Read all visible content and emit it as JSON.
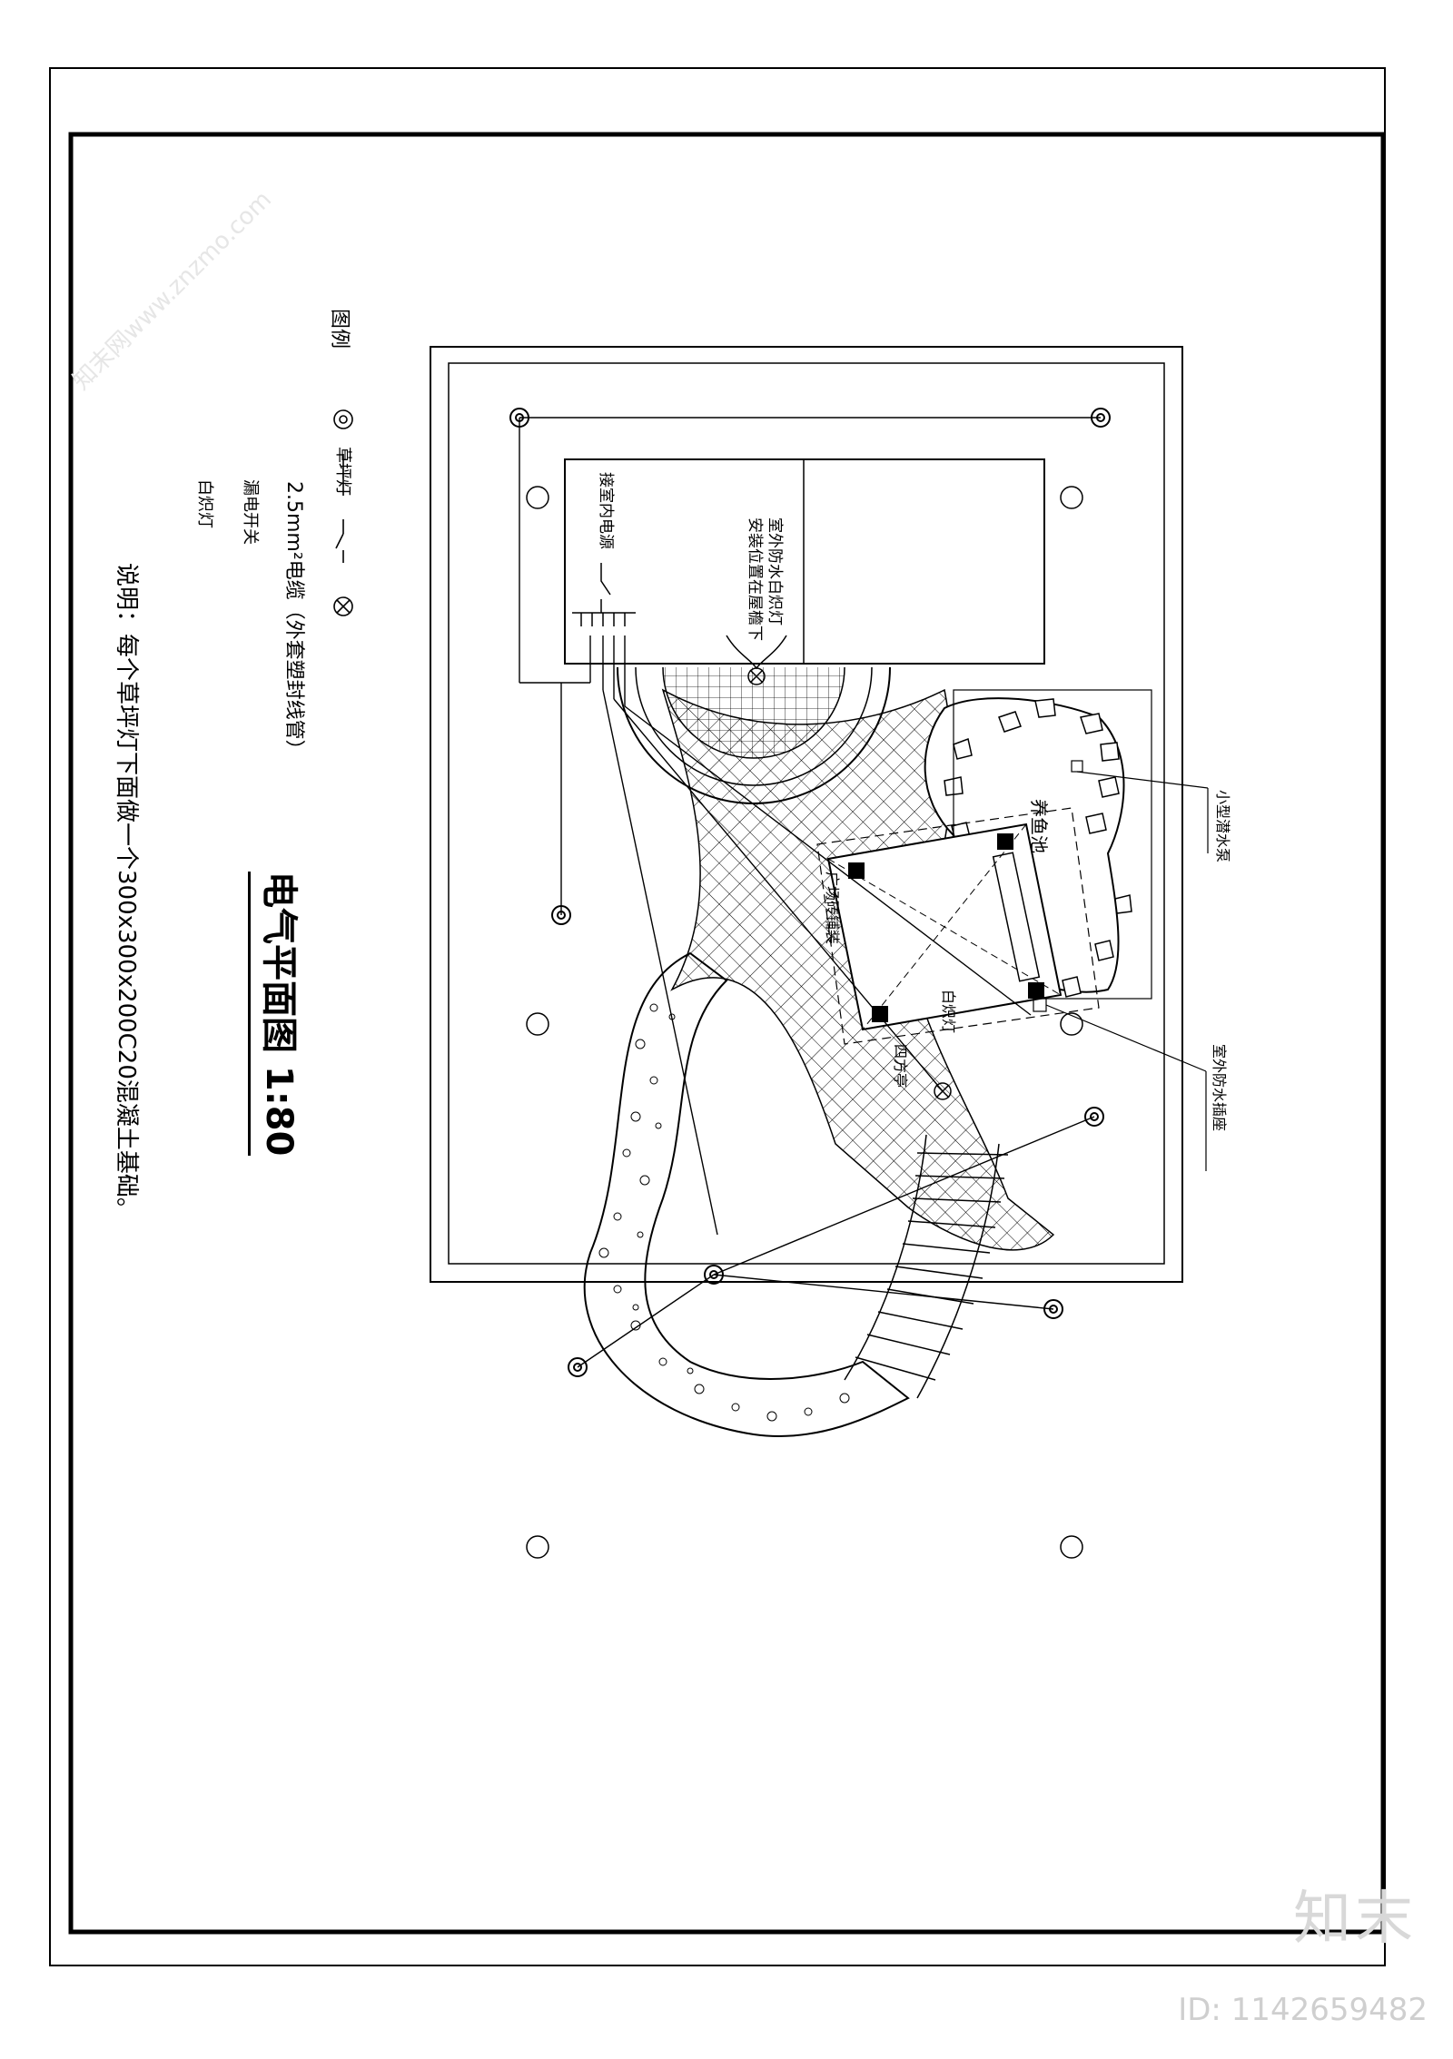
{
  "legend": {
    "title": "图例",
    "items": [
      {
        "symbol": "lawn-light-symbol",
        "label": "草坪灯"
      },
      {
        "symbol": "cable-line-symbol",
        "label": "2.5mm²电缆（外套塑封线管）"
      },
      {
        "symbol": "leakage-switch-symbol",
        "label": "漏电开关"
      },
      {
        "symbol": "downlight-symbol",
        "label": "白炽灯"
      }
    ]
  },
  "drawing_title": "电气平面图 1:80",
  "note": "说明：每个草坪灯下面做一个300x300x200C20混凝土基础。",
  "annotations": {
    "indoor_power": "接室内电源",
    "wall_light_1": "室外防水白炽灯",
    "wall_light_2": "安装位置在屋檐下",
    "fish_pond": "养鱼池",
    "pump": "小型潜水泵",
    "socket": "室外防水插座",
    "pavilion": "四方亭",
    "incandescent": "白炽灯",
    "paving": "广场砖铺装"
  },
  "watermark": {
    "site": "知末网www.znzmo.com",
    "brand": "知末",
    "id": "ID: 1142659482"
  }
}
